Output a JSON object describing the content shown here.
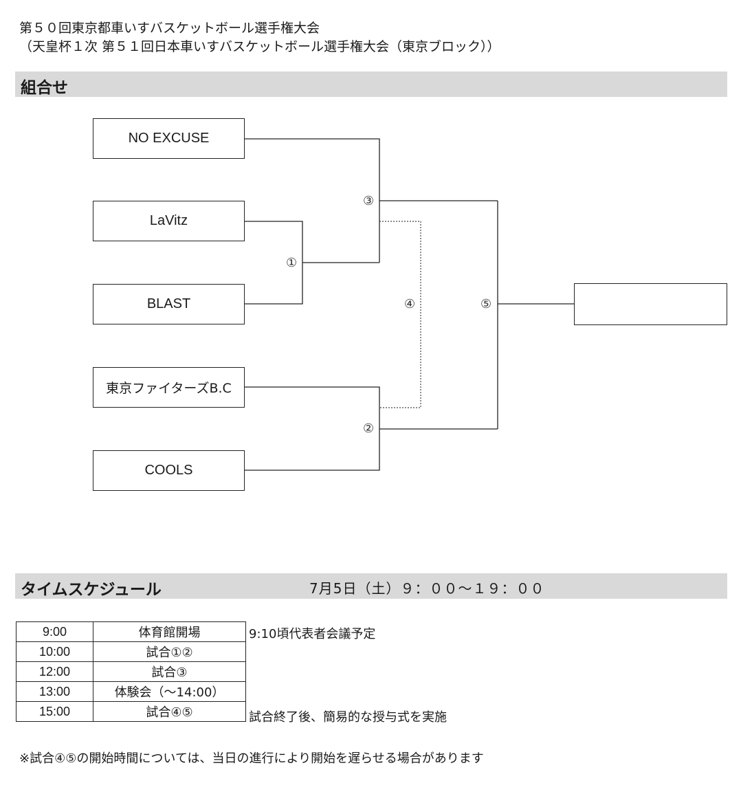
{
  "header": {
    "title_line1": "第５０回東京都車いすバスケットボール選手権大会",
    "title_line2": "（天皇杯１次 第５１回日本車いすバスケットボール選手権大会（東京ブロック））"
  },
  "bracket_section": {
    "label": "組合せ",
    "teams": [
      "NO EXCUSE",
      "LaVitz",
      "BLAST",
      "東京ファイターズB.C",
      "COOLS"
    ],
    "winner": "",
    "games": {
      "g1": "①",
      "g2": "②",
      "g3": "③",
      "g4": "④",
      "g5": "⑤"
    }
  },
  "schedule_section": {
    "label": "タイムスケジュール",
    "date": "7月5日（土）９：００〜１９：００",
    "rows": [
      {
        "time": "9:00",
        "event": "体育館開場",
        "note": "9:10頃代表者会議予定"
      },
      {
        "time": "10:00",
        "event": "試合①②",
        "note": ""
      },
      {
        "time": "12:00",
        "event": "試合③",
        "note": ""
      },
      {
        "time": "13:00",
        "event": "体験会（〜14:00）",
        "note": ""
      },
      {
        "time": "15:00",
        "event": "試合④⑤",
        "note": "試合終了後、簡易的な授与式を実施"
      }
    ],
    "footnote": "※試合④⑤の開始時間については、当日の進行により開始を遅らせる場合があります"
  },
  "colors": {
    "band_background": "#d9d9d9",
    "line": "#222222"
  }
}
